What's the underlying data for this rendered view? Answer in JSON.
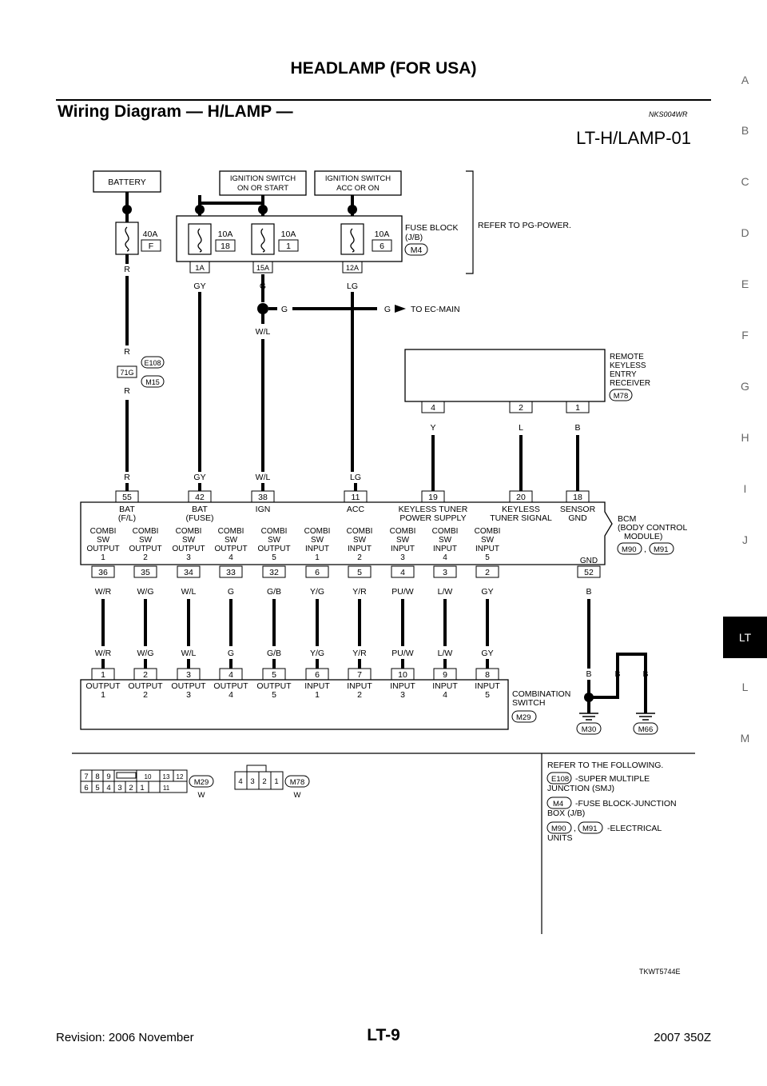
{
  "header": {
    "title": "HEADLAMP (FOR USA)"
  },
  "section": {
    "title": "Wiring Diagram — H/LAMP —",
    "code": "NKS004WR",
    "diagram_id": "LT-H/LAMP-01"
  },
  "tabs": [
    "A",
    "B",
    "C",
    "D",
    "E",
    "F",
    "G",
    "H",
    "I",
    "J",
    "LT",
    "L",
    "M"
  ],
  "active_tab": "LT",
  "top_boxes": {
    "battery": "BATTERY",
    "ign1": [
      "IGNITION SWITCH",
      "ON OR START"
    ],
    "ign2": [
      "IGNITION SWITCH",
      "ACC OR ON"
    ]
  },
  "fuses": [
    {
      "amp": "40A",
      "no": "F"
    },
    {
      "amp": "10A",
      "no": "18"
    },
    {
      "amp": "10A",
      "no": "1"
    },
    {
      "amp": "10A",
      "no": "6"
    }
  ],
  "fuse_block": {
    "label": [
      "FUSE BLOCK",
      "(J/B)"
    ],
    "connector": "M4",
    "refer": "REFER TO PG-POWER.",
    "terms": [
      "1A",
      "15A",
      "12A"
    ]
  },
  "wires_top": {
    "r": "R",
    "gy": "GY",
    "g": "G",
    "lg": "LG",
    "wl": "W/L",
    "g1": "G",
    "g2": "G",
    "to_ec": "TO EC-MAIN"
  },
  "smj": {
    "terminal": "71G",
    "conn1": "E108",
    "conn2": "M15",
    "wire_above": "R",
    "wire_below": "R"
  },
  "rker": {
    "label": [
      "REMOTE",
      "KEYLESS",
      "ENTRY",
      "RECEIVER"
    ],
    "connector": "M78",
    "pins": [
      {
        "pin": "4",
        "wire": "Y"
      },
      {
        "pin": "2",
        "wire": "L"
      },
      {
        "pin": "1",
        "wire": "B"
      }
    ]
  },
  "bcm": {
    "label": [
      "BCM",
      "(BODY CONTROL",
      "MODULE)"
    ],
    "connectors": [
      "M90",
      "M91"
    ],
    "sep": ",",
    "top_pins": [
      {
        "wire": "R",
        "pin": "55",
        "label": [
          "BAT",
          "(F/L)"
        ]
      },
      {
        "wire": "GY",
        "pin": "42",
        "label": [
          "BAT",
          "(FUSE)"
        ]
      },
      {
        "wire": "W/L",
        "pin": "38",
        "label": [
          "IGN"
        ]
      },
      {
        "wire": "LG",
        "pin": "11",
        "label": [
          "ACC"
        ]
      },
      {
        "wire": "",
        "pin": "19",
        "label": [
          "KEYLESS TUNER",
          "POWER SUPPLY"
        ]
      },
      {
        "wire": "",
        "pin": "20",
        "label": [
          "KEYLESS",
          "TUNER SIGNAL"
        ]
      },
      {
        "wire": "",
        "pin": "18",
        "label": [
          "SENSOR",
          "GND"
        ]
      }
    ],
    "bottom_pins": [
      {
        "pin": "36",
        "wire": "W/R",
        "label": [
          "COMBI",
          "SW",
          "OUTPUT",
          "1"
        ]
      },
      {
        "pin": "35",
        "wire": "W/G",
        "label": [
          "COMBI",
          "SW",
          "OUTPUT",
          "2"
        ]
      },
      {
        "pin": "34",
        "wire": "W/L",
        "label": [
          "COMBI",
          "SW",
          "OUTPUT",
          "3"
        ]
      },
      {
        "pin": "33",
        "wire": "G",
        "label": [
          "COMBI",
          "SW",
          "OUTPUT",
          "4"
        ]
      },
      {
        "pin": "32",
        "wire": "G/B",
        "label": [
          "COMBI",
          "SW",
          "OUTPUT",
          "5"
        ]
      },
      {
        "pin": "6",
        "wire": "Y/G",
        "label": [
          "COMBI",
          "SW",
          "INPUT",
          "1"
        ]
      },
      {
        "pin": "5",
        "wire": "Y/R",
        "label": [
          "COMBI",
          "SW",
          "INPUT",
          "2"
        ]
      },
      {
        "pin": "4",
        "wire": "PU/W",
        "label": [
          "COMBI",
          "SW",
          "INPUT",
          "3"
        ]
      },
      {
        "pin": "3",
        "wire": "L/W",
        "label": [
          "COMBI",
          "SW",
          "INPUT",
          "4"
        ]
      },
      {
        "pin": "2",
        "wire": "GY",
        "label": [
          "COMBI",
          "SW",
          "INPUT",
          "5"
        ]
      }
    ],
    "gnd": {
      "label": "GND",
      "pin": "52",
      "wire": "B"
    }
  },
  "combination_switch": {
    "label": [
      "COMBINATION",
      "SWITCH"
    ],
    "connector": "M29",
    "pins": [
      {
        "pin": "1",
        "wire": "W/R",
        "label": [
          "OUTPUT",
          "1"
        ]
      },
      {
        "pin": "2",
        "wire": "W/G",
        "label": [
          "OUTPUT",
          "2"
        ]
      },
      {
        "pin": "3",
        "wire": "W/L",
        "label": [
          "OUTPUT",
          "3"
        ]
      },
      {
        "pin": "4",
        "wire": "G",
        "label": [
          "OUTPUT",
          "4"
        ]
      },
      {
        "pin": "5",
        "wire": "G/B",
        "label": [
          "OUTPUT",
          "5"
        ]
      },
      {
        "pin": "6",
        "wire": "Y/G",
        "label": [
          "INPUT",
          "1"
        ]
      },
      {
        "pin": "7",
        "wire": "Y/R",
        "label": [
          "INPUT",
          "2"
        ]
      },
      {
        "pin": "10",
        "wire": "PU/W",
        "label": [
          "INPUT",
          "3"
        ]
      },
      {
        "pin": "9",
        "wire": "L/W",
        "label": [
          "INPUT",
          "4"
        ]
      },
      {
        "pin": "8",
        "wire": "GY",
        "label": [
          "INPUT",
          "5"
        ]
      }
    ]
  },
  "ground": {
    "wires": [
      "B",
      "B",
      "B"
    ],
    "points": [
      "M30",
      "M66"
    ]
  },
  "connector_views": {
    "m29": {
      "top": [
        "7",
        "8",
        "9",
        "10",
        "13",
        "12"
      ],
      "bottom": [
        "6",
        "5",
        "4",
        "3",
        "2",
        "1",
        "11"
      ],
      "name": "M29",
      "color": "W"
    },
    "m78": {
      "pins": [
        "4",
        "3",
        "2",
        "1"
      ],
      "name": "M78",
      "color": "W"
    }
  },
  "refer": {
    "heading": "REFER TO THE FOLLOWING.",
    "items": [
      {
        "conn": "E108",
        "text": [
          "-SUPER MULTIPLE",
          "JUNCTION (SMJ)"
        ]
      },
      {
        "conn": "M4",
        "text": [
          "-FUSE BLOCK-JUNCTION",
          "BOX (J/B)"
        ]
      },
      {
        "conn": "M90",
        "conn2": "M91",
        "sep": ",",
        "text": [
          "-ELECTRICAL",
          "UNITS"
        ]
      }
    ]
  },
  "image_code": "TKWT5744E",
  "footer": {
    "revision": "Revision: 2006 November",
    "page": "LT-9",
    "model": "2007 350Z"
  }
}
